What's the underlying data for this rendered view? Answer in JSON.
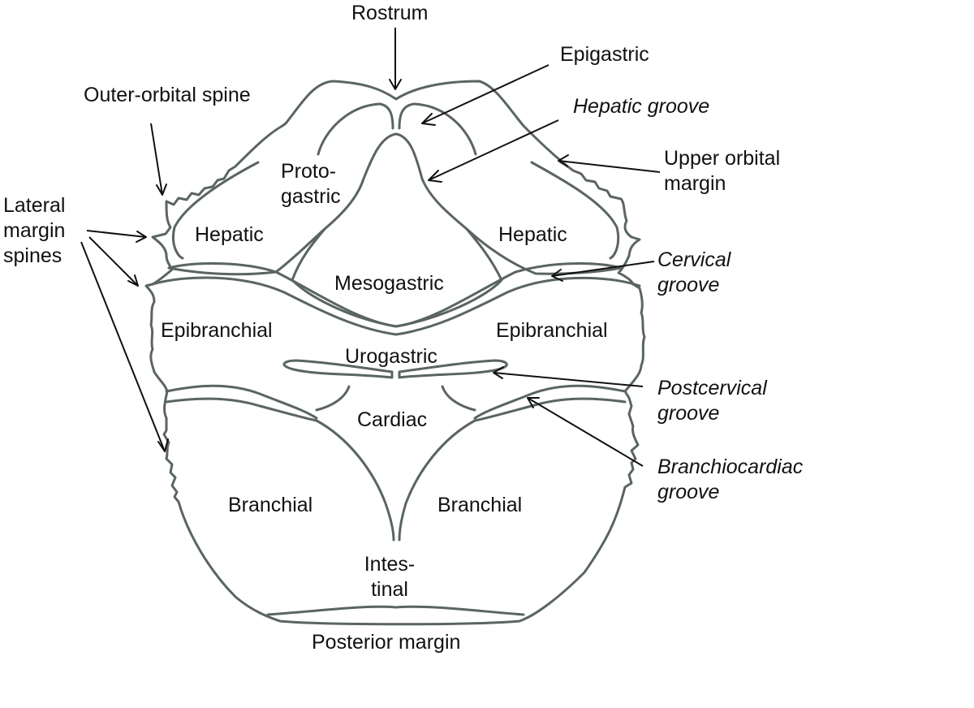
{
  "diagram": {
    "subject": "Crab carapace regions and grooves",
    "regions": {
      "protogastric": "Proto-\ngastric",
      "hepatic_left": "Hepatic",
      "hepatic_right": "Hepatic",
      "mesogastric": "Mesogastric",
      "epibranchial_left": "Epibranchial",
      "epibranchial_right": "Epibranchial",
      "urogastric": "Urogastric",
      "cardiac": "Cardiac",
      "branchial_left": "Branchial",
      "branchial_right": "Branchial",
      "intestinal": "Intes-\ntinal",
      "posterior_margin": "Posterior margin"
    },
    "callouts": {
      "rostrum": "Rostrum",
      "epigastric": "Epigastric",
      "hepatic_groove": "Hepatic groove",
      "outer_orbital_spine": "Outer-orbital spine",
      "upper_orbital_margin": "Upper orbital\nmargin",
      "lateral_margin_spines": "Lateral\nmargin\nspines",
      "cervical_groove": "Cervical\ngroove",
      "postcervical_groove": "Postcervical\ngroove",
      "branchiocardiac_groove": "Branchiocardiac\ngroove"
    },
    "colors": {
      "outline": "#5a6562",
      "arrow": "#111111",
      "text": "#111111"
    }
  }
}
